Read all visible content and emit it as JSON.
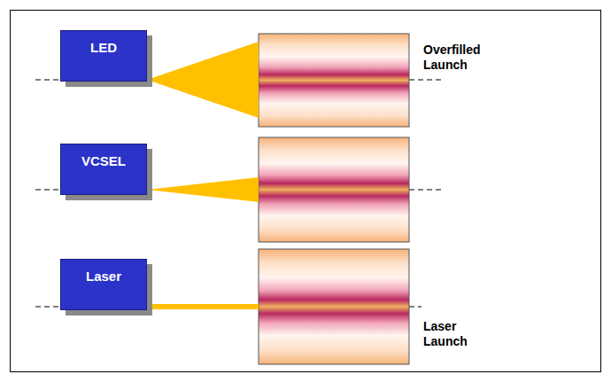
{
  "diagram": {
    "nodes": [
      {
        "text": [
          "LED"
        ]
      },
      {
        "text": [
          "VCSEL"
        ]
      },
      {
        "text": [
          "Laser"
        ]
      }
    ],
    "labels": [
      "Overfilled Launch",
      "Laser Launch"
    ]
  }
}
